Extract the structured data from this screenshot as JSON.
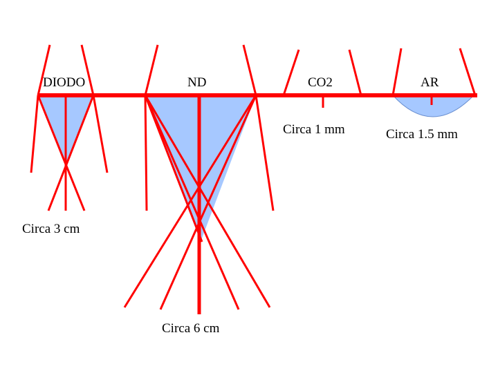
{
  "colors": {
    "beam": "#ff0000",
    "spot_fill": "#a6c8ff",
    "label_text": "#000000",
    "background": "#ffffff"
  },
  "labels": {
    "diodo": "DIODO",
    "nd": "ND",
    "co2": "CO2",
    "ar": "AR",
    "circa_1mm": "Circa 1 mm",
    "circa_15mm": "Circa 1.5 mm",
    "circa_3cm": "Circa 3 cm",
    "circa_6cm": "Circa 6 cm"
  }
}
